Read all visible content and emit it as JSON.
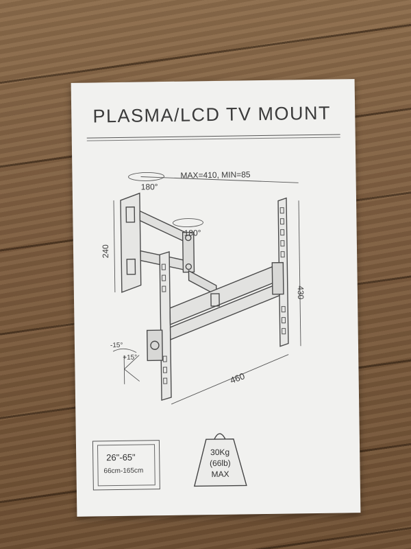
{
  "title": "PLASMA/LCD TV MOUNT",
  "dimensions": {
    "vesa_range": "MAX=410,  MIN=85",
    "swivel_top": "180°",
    "swivel_mid": "180°",
    "height_plate": "240",
    "height_bracket": "430",
    "extension": "460",
    "tilt_down": "-15°",
    "tilt_up": "+15°"
  },
  "screen_size": {
    "inches": "26\"-65\"",
    "centimeters": "66cm-165cm"
  },
  "weight": {
    "kg": "30Kg",
    "lb": "(66lb)",
    "label": "MAX"
  }
}
